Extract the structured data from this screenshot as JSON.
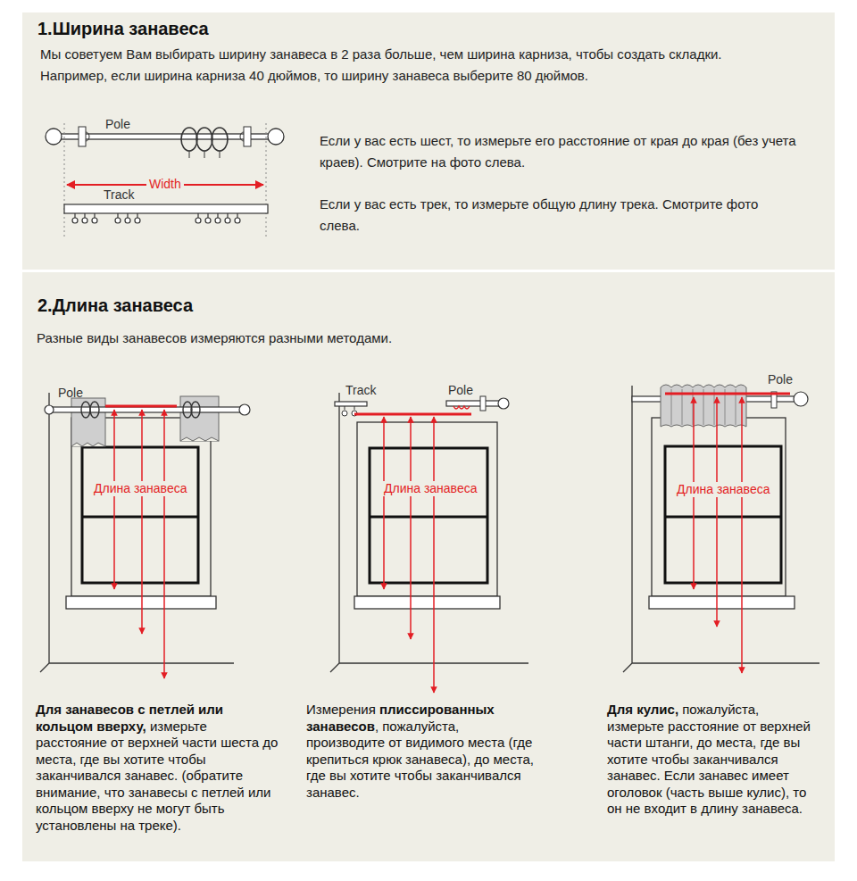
{
  "diagram": {
    "nodes": [
      {
        "text": [
          "1.Ширина занавеса",
          "Мы советуем Вам выбирать ширину занавеса в 2 раза больше, чем ширина карниза, чтобы создать складки.",
          "Например, если ширина карниза 40 дюймов, то ширину занавеса выберите 80 дюймов."
        ]
      },
      {
        "text": [
          "2.Длина занавеса",
          "Разные виды занавесов измеряются разными методами."
        ]
      }
    ],
    "labels": [
      "Pole",
      "Width",
      "Track",
      "Если у вас есть шест, то измерьте его расстояние от края до края (без учета краев). Смотрите на фото слева.",
      "Если у вас есть трек, то измерьте общую длину трека. Смотрите фото слева.",
      "Pole",
      "Длина занавеса",
      "Track",
      "Pole",
      "Длина занавеса",
      "Pole",
      "Длина занавеса",
      "Для занавесов с петлей или кольцом вверху,",
      "измерьте расстояние от верхней части шеста до места, где вы хотите чтобы заканчивался занавес. (обратите внимание, что занавесы с петлей или кольцом вверху не могут быть установлены на треке).",
      "Измерения",
      "плиссированных занавесов",
      ", пожалуйста, производите от видимого места (где крепиться крюк занавеса), до места, где вы хотите чтобы заканчивался занавес.",
      "Для кулис,",
      "пожалуйста, измерьте расстояние от верхней части штанги, до места, где вы хотите чтобы заканчивался занавес. Если занавес имеет оголовок (часть выше кулис), то он не входит в длину занавеса."
    ]
  }
}
